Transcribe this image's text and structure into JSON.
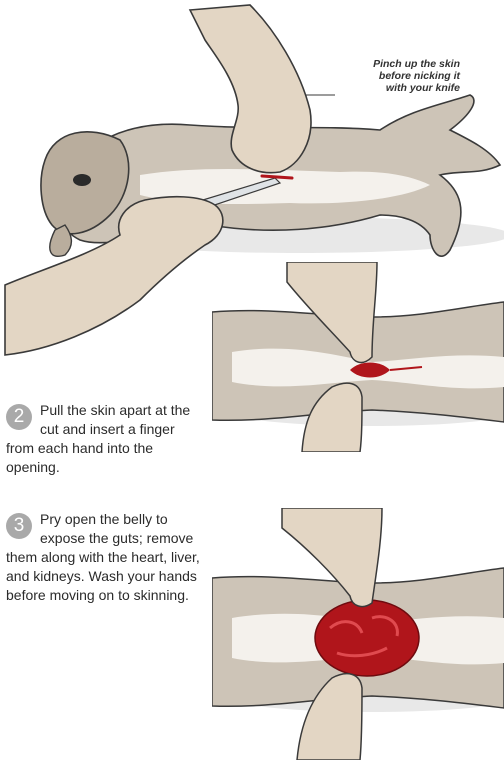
{
  "callout": {
    "lines": [
      "Pinch up the skin",
      "before nicking it",
      "with your knife"
    ]
  },
  "steps": [
    {
      "number": "2",
      "text": "Pull the skin apart at the cut and insert a finger from each hand into the opening."
    },
    {
      "number": "3",
      "text": "Pry open the belly to expose the guts; remove them along with the heart, liver, and kidneys. Wash your hands before moving on to skinning."
    }
  ],
  "colors": {
    "fur": "#c8bfb2",
    "fur_dark": "#8f8273",
    "belly": "#f4f1ec",
    "skin_hand": "#e3d6c4",
    "hand_outline": "#3a3a3a",
    "blood": "#b0151b",
    "step_badge": "#a9a9a9"
  }
}
